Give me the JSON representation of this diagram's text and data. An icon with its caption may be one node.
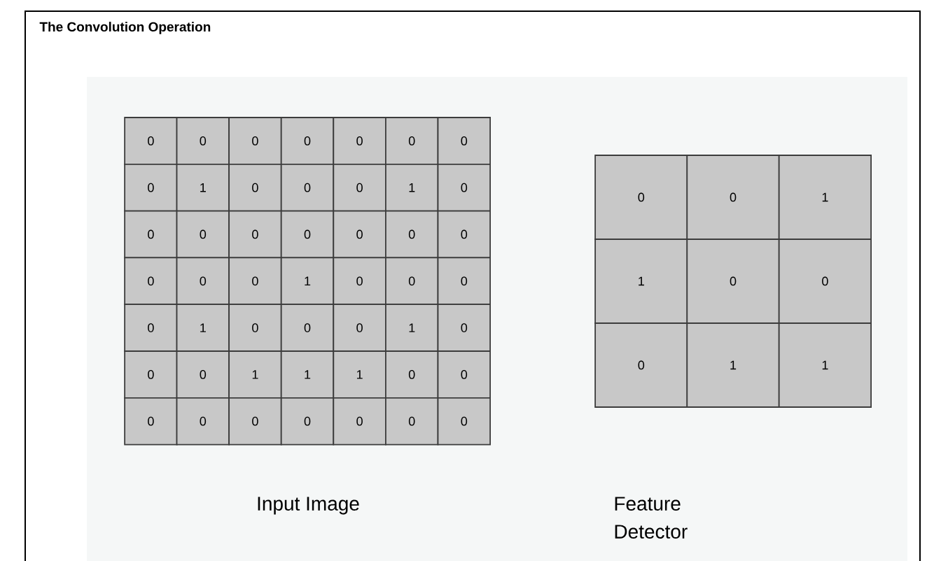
{
  "diagram": {
    "title": "The Convolution Operation",
    "labels": [
      "0",
      "0",
      "0",
      "0",
      "0",
      "0",
      "0",
      "0",
      "1",
      "0",
      "0",
      "0",
      "1",
      "0",
      "0",
      "0",
      "0",
      "0",
      "0",
      "0",
      "0",
      "0",
      "0",
      "0",
      "1",
      "0",
      "0",
      "0",
      "0",
      "1",
      "0",
      "0",
      "0",
      "1",
      "0",
      "0",
      "0",
      "1",
      "1",
      "1",
      "0",
      "0",
      "0",
      "0",
      "0",
      "0",
      "0",
      "0",
      "0",
      "0",
      "0",
      "1",
      "1",
      "0",
      "0",
      "0",
      "1",
      "1",
      "Input Image",
      "Feature Detector"
    ]
  }
}
